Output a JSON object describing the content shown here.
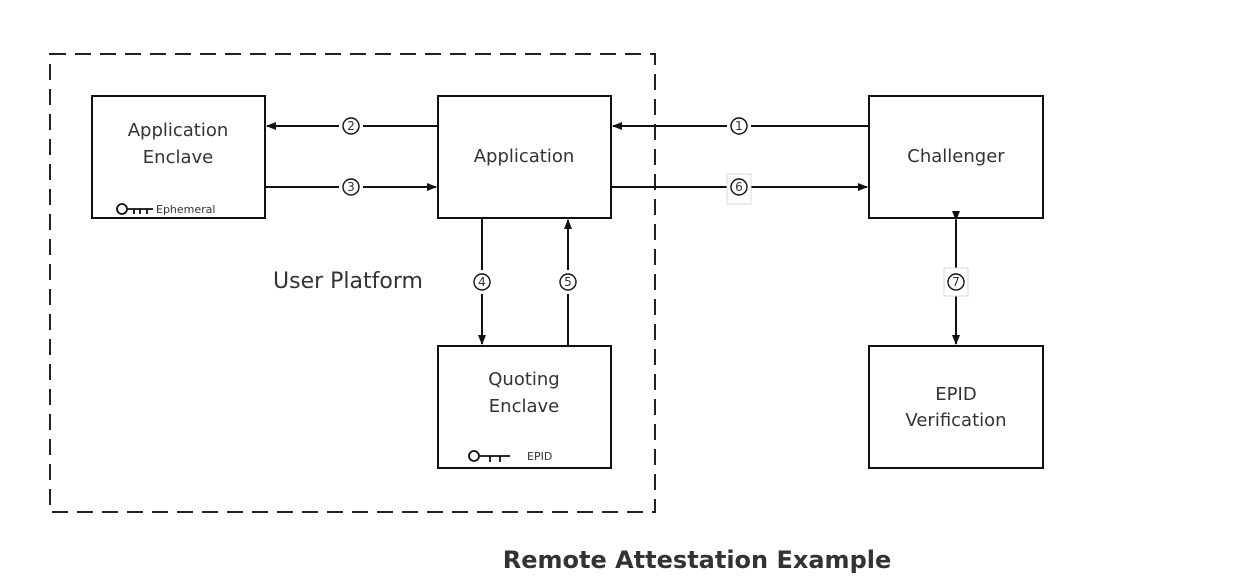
{
  "diagram": {
    "platform_label": "User Platform",
    "boxes": {
      "application_enclave": {
        "line1": "Application",
        "line2": "Enclave",
        "key_label": "Ephemeral"
      },
      "application": {
        "label": "Application"
      },
      "challenger": {
        "label": "Challenger"
      },
      "quoting_enclave": {
        "line1": "Quoting",
        "line2": "Enclave",
        "key_label": "EPID"
      },
      "epid_verification": {
        "line1": "EPID",
        "line2": "Verification"
      }
    },
    "steps": [
      "1",
      "2",
      "3",
      "4",
      "5",
      "6",
      "7"
    ]
  },
  "caption": "Remote Attestation Example",
  "colors": {
    "line": "#111111",
    "text": "#333333",
    "background": "#ffffff"
  },
  "icons": [
    "key-icon"
  ]
}
